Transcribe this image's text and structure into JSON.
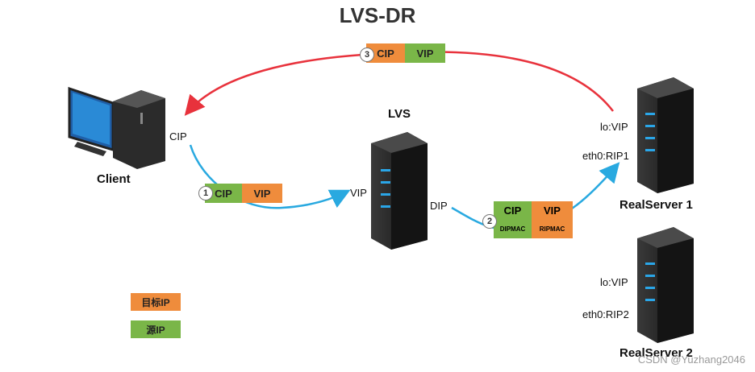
{
  "title": "LVS-DR",
  "client": {
    "label": "Client",
    "ip_label": "CIP"
  },
  "lvs": {
    "label": "LVS",
    "vip_label": "VIP",
    "dip_label": "DIP"
  },
  "realserver1": {
    "label": "RealServer  1",
    "lo": "lo:VIP",
    "eth0": "eth0:RIP1"
  },
  "realserver2": {
    "label": "RealServer  2",
    "lo": "lo:VIP",
    "eth0": "eth0:RIP2"
  },
  "packet1": {
    "step": "1",
    "src": "CIP",
    "dst": "VIP"
  },
  "packet2": {
    "step": "2",
    "src": "CIP",
    "dst": "VIP",
    "src_mac": "DIPMAC",
    "dst_mac": "RIPMAC"
  },
  "packet3": {
    "step": "3",
    "src": "CIP",
    "dst": "VIP"
  },
  "legend": {
    "dest_ip": "目标IP",
    "src_ip": "源IP"
  },
  "colors": {
    "source": "#7ab648",
    "destination": "#ef8c3c",
    "request_arrow": "#29a9e0",
    "response_arrow": "#e8323c"
  },
  "watermark": "CSDN @Yuzhang2046"
}
